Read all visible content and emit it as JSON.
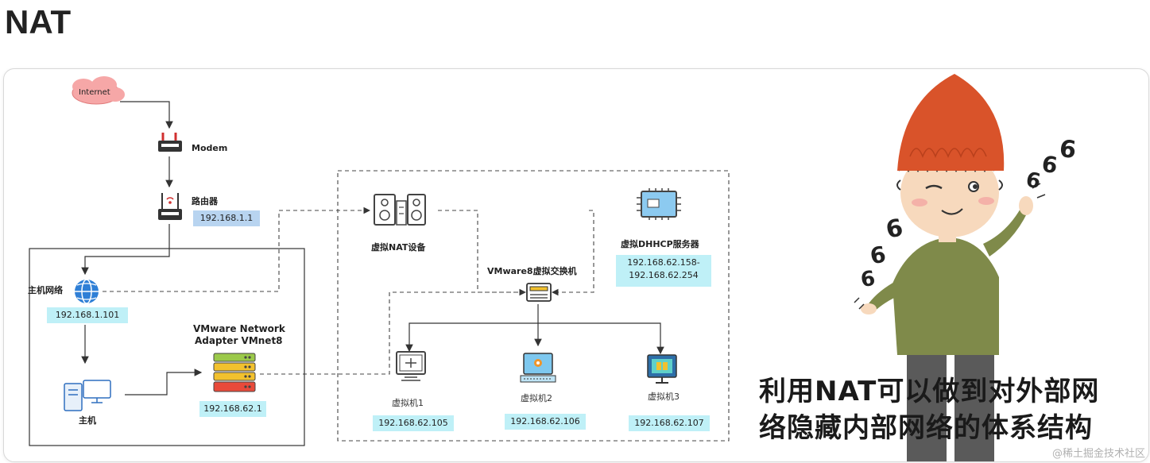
{
  "page": {
    "title": "NAT"
  },
  "nodes": {
    "internet": "Internet",
    "modem": "Modem",
    "router": "路由器",
    "router_ip": "192.168.1.1",
    "host_net": "主机网络",
    "host_net_ip": "192.168.1.101",
    "host": "主机",
    "adapter_line1": "VMware Network",
    "adapter_line2": "Adapter VMnet8",
    "adapter_ip": "192.168.62.1",
    "nat_device": "虚拟NAT设备",
    "dhcp": "虚拟DHHCP服务器",
    "dhcp_ip_1": "192.168.62.158-",
    "dhcp_ip_2": "192.168.62.254",
    "switch": "VMware8虚拟交换机",
    "vms": [
      {
        "name": "虚拟机1",
        "ip": "192.168.62.105"
      },
      {
        "name": "虚拟机2",
        "ip": "192.168.62.106"
      },
      {
        "name": "虚拟机3",
        "ip": "192.168.62.107"
      }
    ]
  },
  "illustration": {
    "sixes": [
      "6",
      "6",
      "6",
      "6",
      "6",
      "6"
    ]
  },
  "caption": {
    "line1": "利用NAT可以做到对外部网",
    "line2": "络隐藏内部网络的体系结构"
  },
  "watermark": "@稀土掘金技术社区",
  "colors": {
    "ip_cyan": "#bff0f7",
    "ip_blue": "#b8d4f0",
    "internet_cloud": "#f6a7a7",
    "hat": "#d9532a",
    "sweater": "#7f8a4a"
  }
}
